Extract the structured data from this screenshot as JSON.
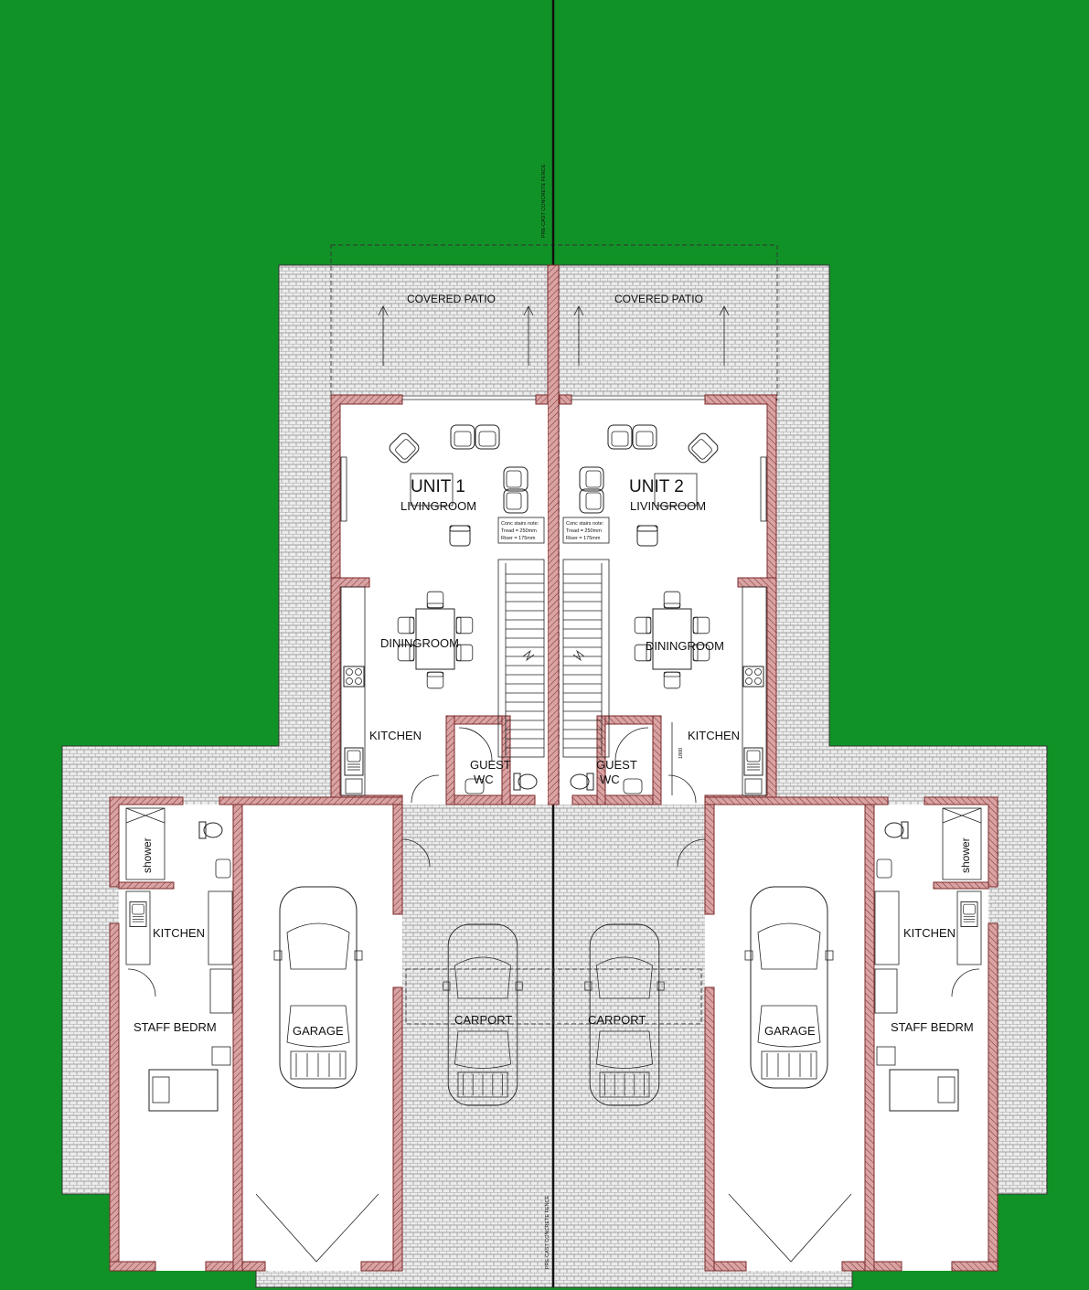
{
  "colors": {
    "lawn": "#119227",
    "paving_line": "#8a8a8a",
    "paving_bg": "#e9e9e9",
    "wall": "#d9a3a3",
    "wall_edge": "#7a2a2a",
    "floor": "#ffffff",
    "fence": "#111111"
  },
  "fence": {
    "top_label": "PRE-CAST CONCRETE FENCE",
    "bottom_label": "PRE-CAST CONCRETE FENCE"
  },
  "units": [
    {
      "id": "UNIT 1",
      "patio": "COVERED PATIO",
      "living": "LIVINGROOM",
      "dining": "DININGROOM",
      "kitchen": "KITCHEN",
      "guest": "GUEST",
      "wc": "WC",
      "shower": "shower",
      "staff_kitchen": "KITCHEN",
      "staff_bedroom": "STAFF BEDRM",
      "garage": "GARAGE",
      "carport": "CARPORT",
      "stair_note": [
        "Conc stairs note:",
        "Tread = 250mm",
        "Riser = 175mm"
      ]
    },
    {
      "id": "UNIT 2",
      "patio": "COVERED PATIO",
      "living": "LIVINGROOM",
      "dining": "DININGROOM",
      "kitchen": "KITCHEN",
      "guest": "GUEST",
      "wc": "WC",
      "shower": "shower",
      "staff_kitchen": "KITCHEN",
      "staff_bedroom": "STAFF BEDRM",
      "garage": "GARAGE",
      "carport": "CARPORT",
      "stair_note": [
        "Conc stairs note:",
        "Tread = 250mm",
        "Riser = 175mm"
      ]
    }
  ],
  "dimension": "1800"
}
